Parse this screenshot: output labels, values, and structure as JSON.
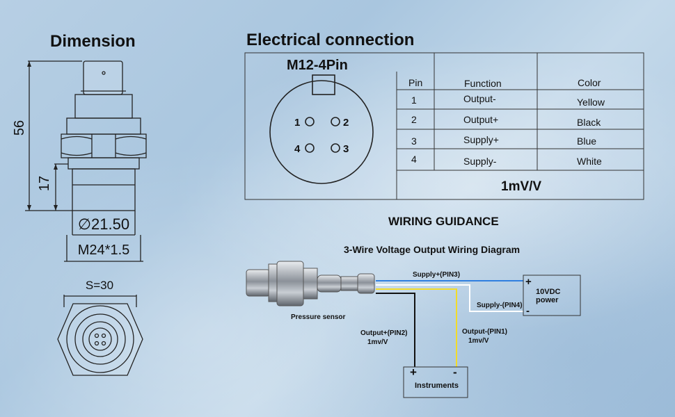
{
  "dimension": {
    "title": "Dimension",
    "height_total": "56",
    "height_thread": "17",
    "diameter": "∅21.50",
    "thread": "M24*1.5",
    "hex_size": "S=30"
  },
  "electrical": {
    "title": "Electrical connection",
    "connector": "M12-4Pin",
    "pin_numbers": [
      "1",
      "2",
      "4",
      "3"
    ],
    "table_headers": {
      "pin": "Pin",
      "function": "Function",
      "color": "Color"
    },
    "rows": [
      {
        "pin": "1",
        "function": "Output-",
        "color": "Yellow"
      },
      {
        "pin": "2",
        "function": "Output+",
        "color": "Black"
      },
      {
        "pin": "3",
        "function": "Supply+",
        "color": "Blue"
      },
      {
        "pin": "4",
        "function": "Supply-",
        "color": "White"
      }
    ],
    "output": "1mV/V"
  },
  "wiring": {
    "title": "WIRING GUIDANCE",
    "subtitle": "3-Wire  Voltage Output Wiring Diagram",
    "sensor_label": "Pressure sensor",
    "supply_plus": "Supply+(PIN3)",
    "supply_minus": "Supply-(PIN4)",
    "power_plus": "+",
    "power_minus": "-",
    "power_line1": "10VDC",
    "power_line2": "power",
    "out_plus_line1": "Output+(PIN2)",
    "out_plus_line2": "1mv/V",
    "out_minus_line1": "Output-(PIN1)",
    "out_minus_line2": "1mv/V",
    "instr_plus": "+",
    "instr_minus": "-",
    "instr_label": "Instruments"
  },
  "colors": {
    "blue_wire": "#2f7fe0",
    "yellow_wire": "#f2dc2a",
    "black_wire": "#111111",
    "white_wire": "#ffffff"
  }
}
